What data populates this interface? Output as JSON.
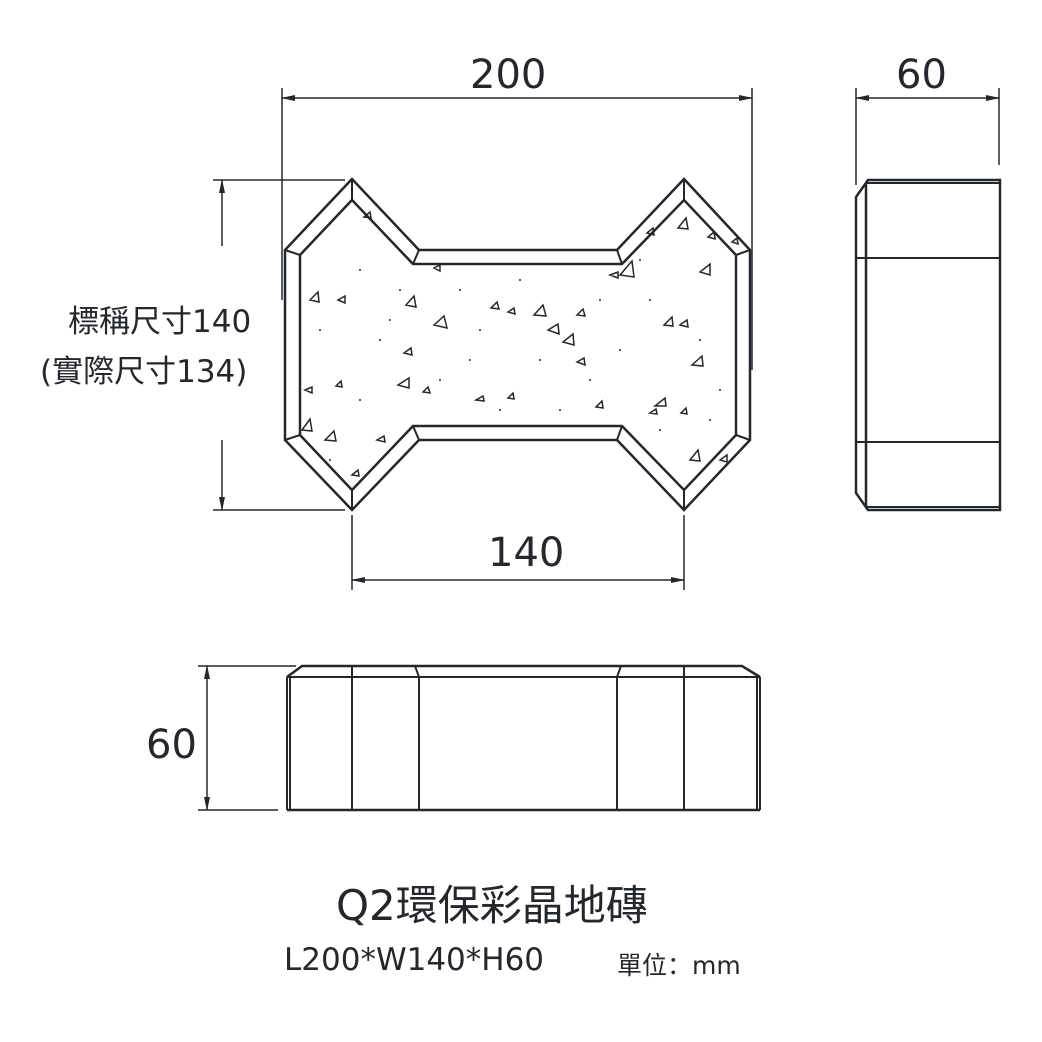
{
  "dimensions": {
    "top_length": "200",
    "side_width": "60",
    "nominal_size": "標稱尺寸140",
    "actual_size": "(實際尺寸134)",
    "inner_length": "140",
    "front_height": "60"
  },
  "title": "Q2環保彩晶地磚",
  "spec": "L200*W140*H60",
  "unit": "單位：mm",
  "colors": {
    "line": "#24282d",
    "background": "#ffffff"
  }
}
